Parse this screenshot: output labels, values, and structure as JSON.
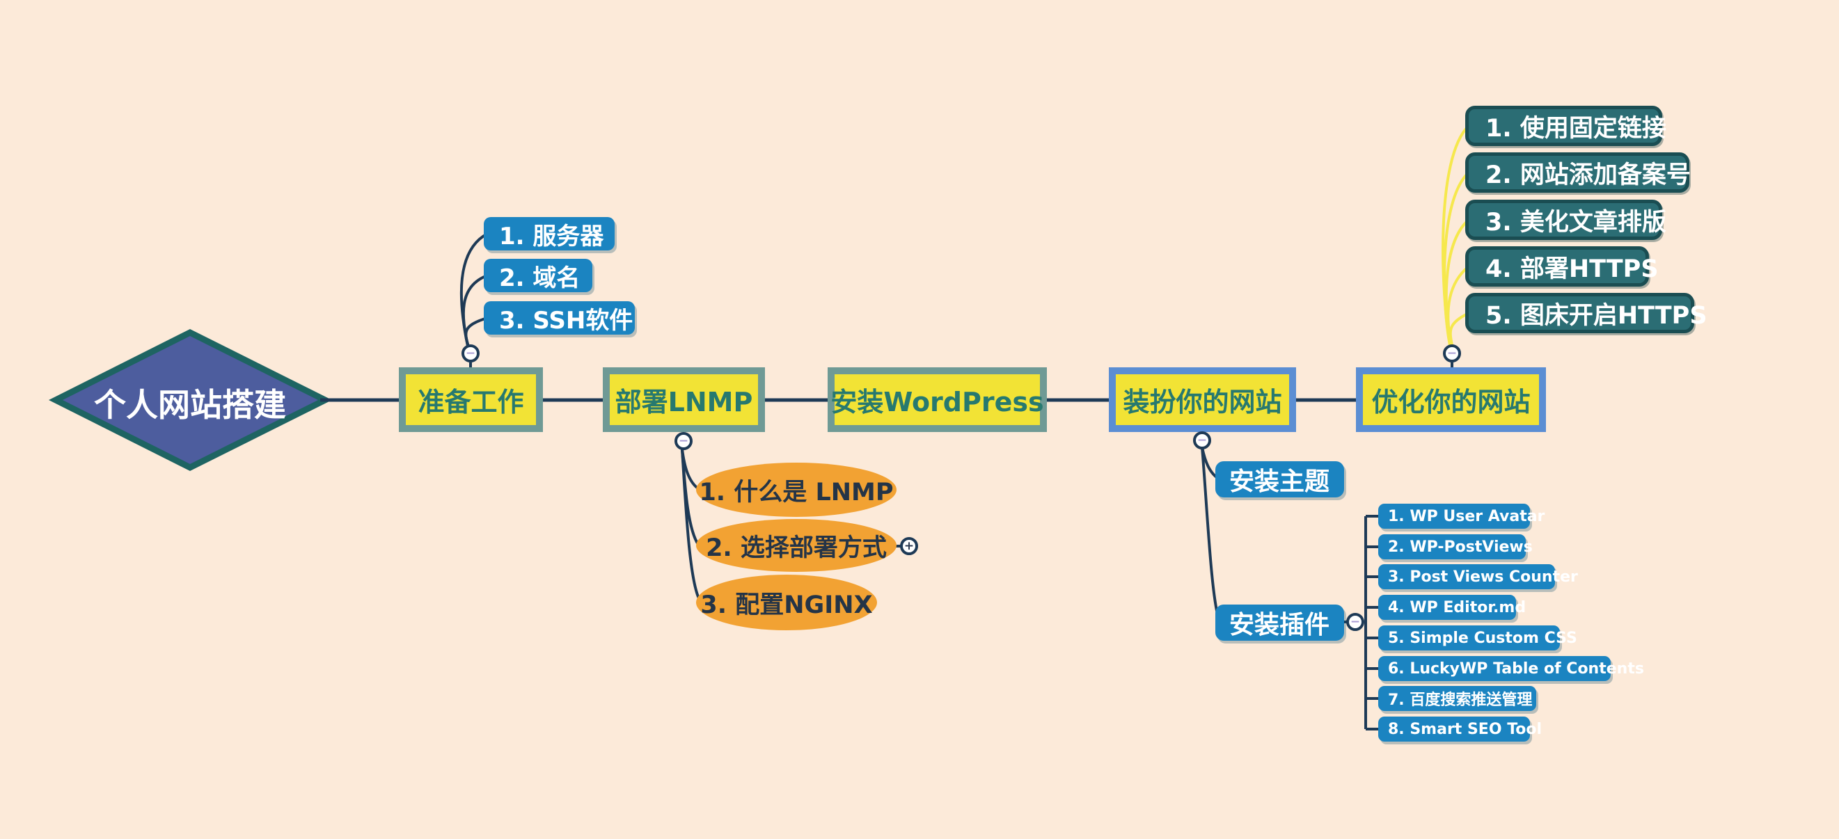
{
  "map": {
    "root": {
      "label": "个人网站搭建"
    },
    "branches": {
      "prepare": {
        "label": "准备工作",
        "items": [
          "1. 服务器",
          "2. 域名",
          "3. SSH软件"
        ]
      },
      "lnmp": {
        "label": "部署LNMP",
        "items": [
          "1. 什么是 LNMP",
          "2. 选择部署方式",
          "3. 配置NGINX"
        ]
      },
      "wordpress": {
        "label": "安装WordPress"
      },
      "decorate": {
        "label": "装扮你的网站",
        "theme_label": "安装主题",
        "plugins_label": "安装插件",
        "plugins": [
          "1. WP User Avatar",
          "2. WP-PostViews",
          "3. Post Views Counter",
          "4. WP Editor.md",
          "5. Simple Custom CSS",
          "6. LuckyWP Table of Contents",
          "7. 百度搜索推送管理",
          "8. Smart SEO Tool"
        ]
      },
      "optimize": {
        "label": "优化你的网站",
        "items": [
          "1. 使用固定链接",
          "2. 网站添加备案号",
          "3. 美化文章排版",
          "4. 部署HTTPS",
          "5. 图床开启HTTPS"
        ]
      }
    },
    "icons": {
      "collapse": "−",
      "expand": "+"
    },
    "colors": {
      "background": "#fcead9",
      "edge": "#1e3a56",
      "edge_highlight": "#f6e84d",
      "node_fill": "#f2e335",
      "node_border": "#6f9a95",
      "node_border_selected": "#5b8ed3",
      "node_text": "#27796f",
      "blue_pill": "#1b84c1",
      "teal_fill": "#2b6d74",
      "teal_border": "#1a4d52",
      "orange": "#f2a233",
      "root_fill": "#4d5d9e",
      "root_border": "#1e6462"
    }
  }
}
